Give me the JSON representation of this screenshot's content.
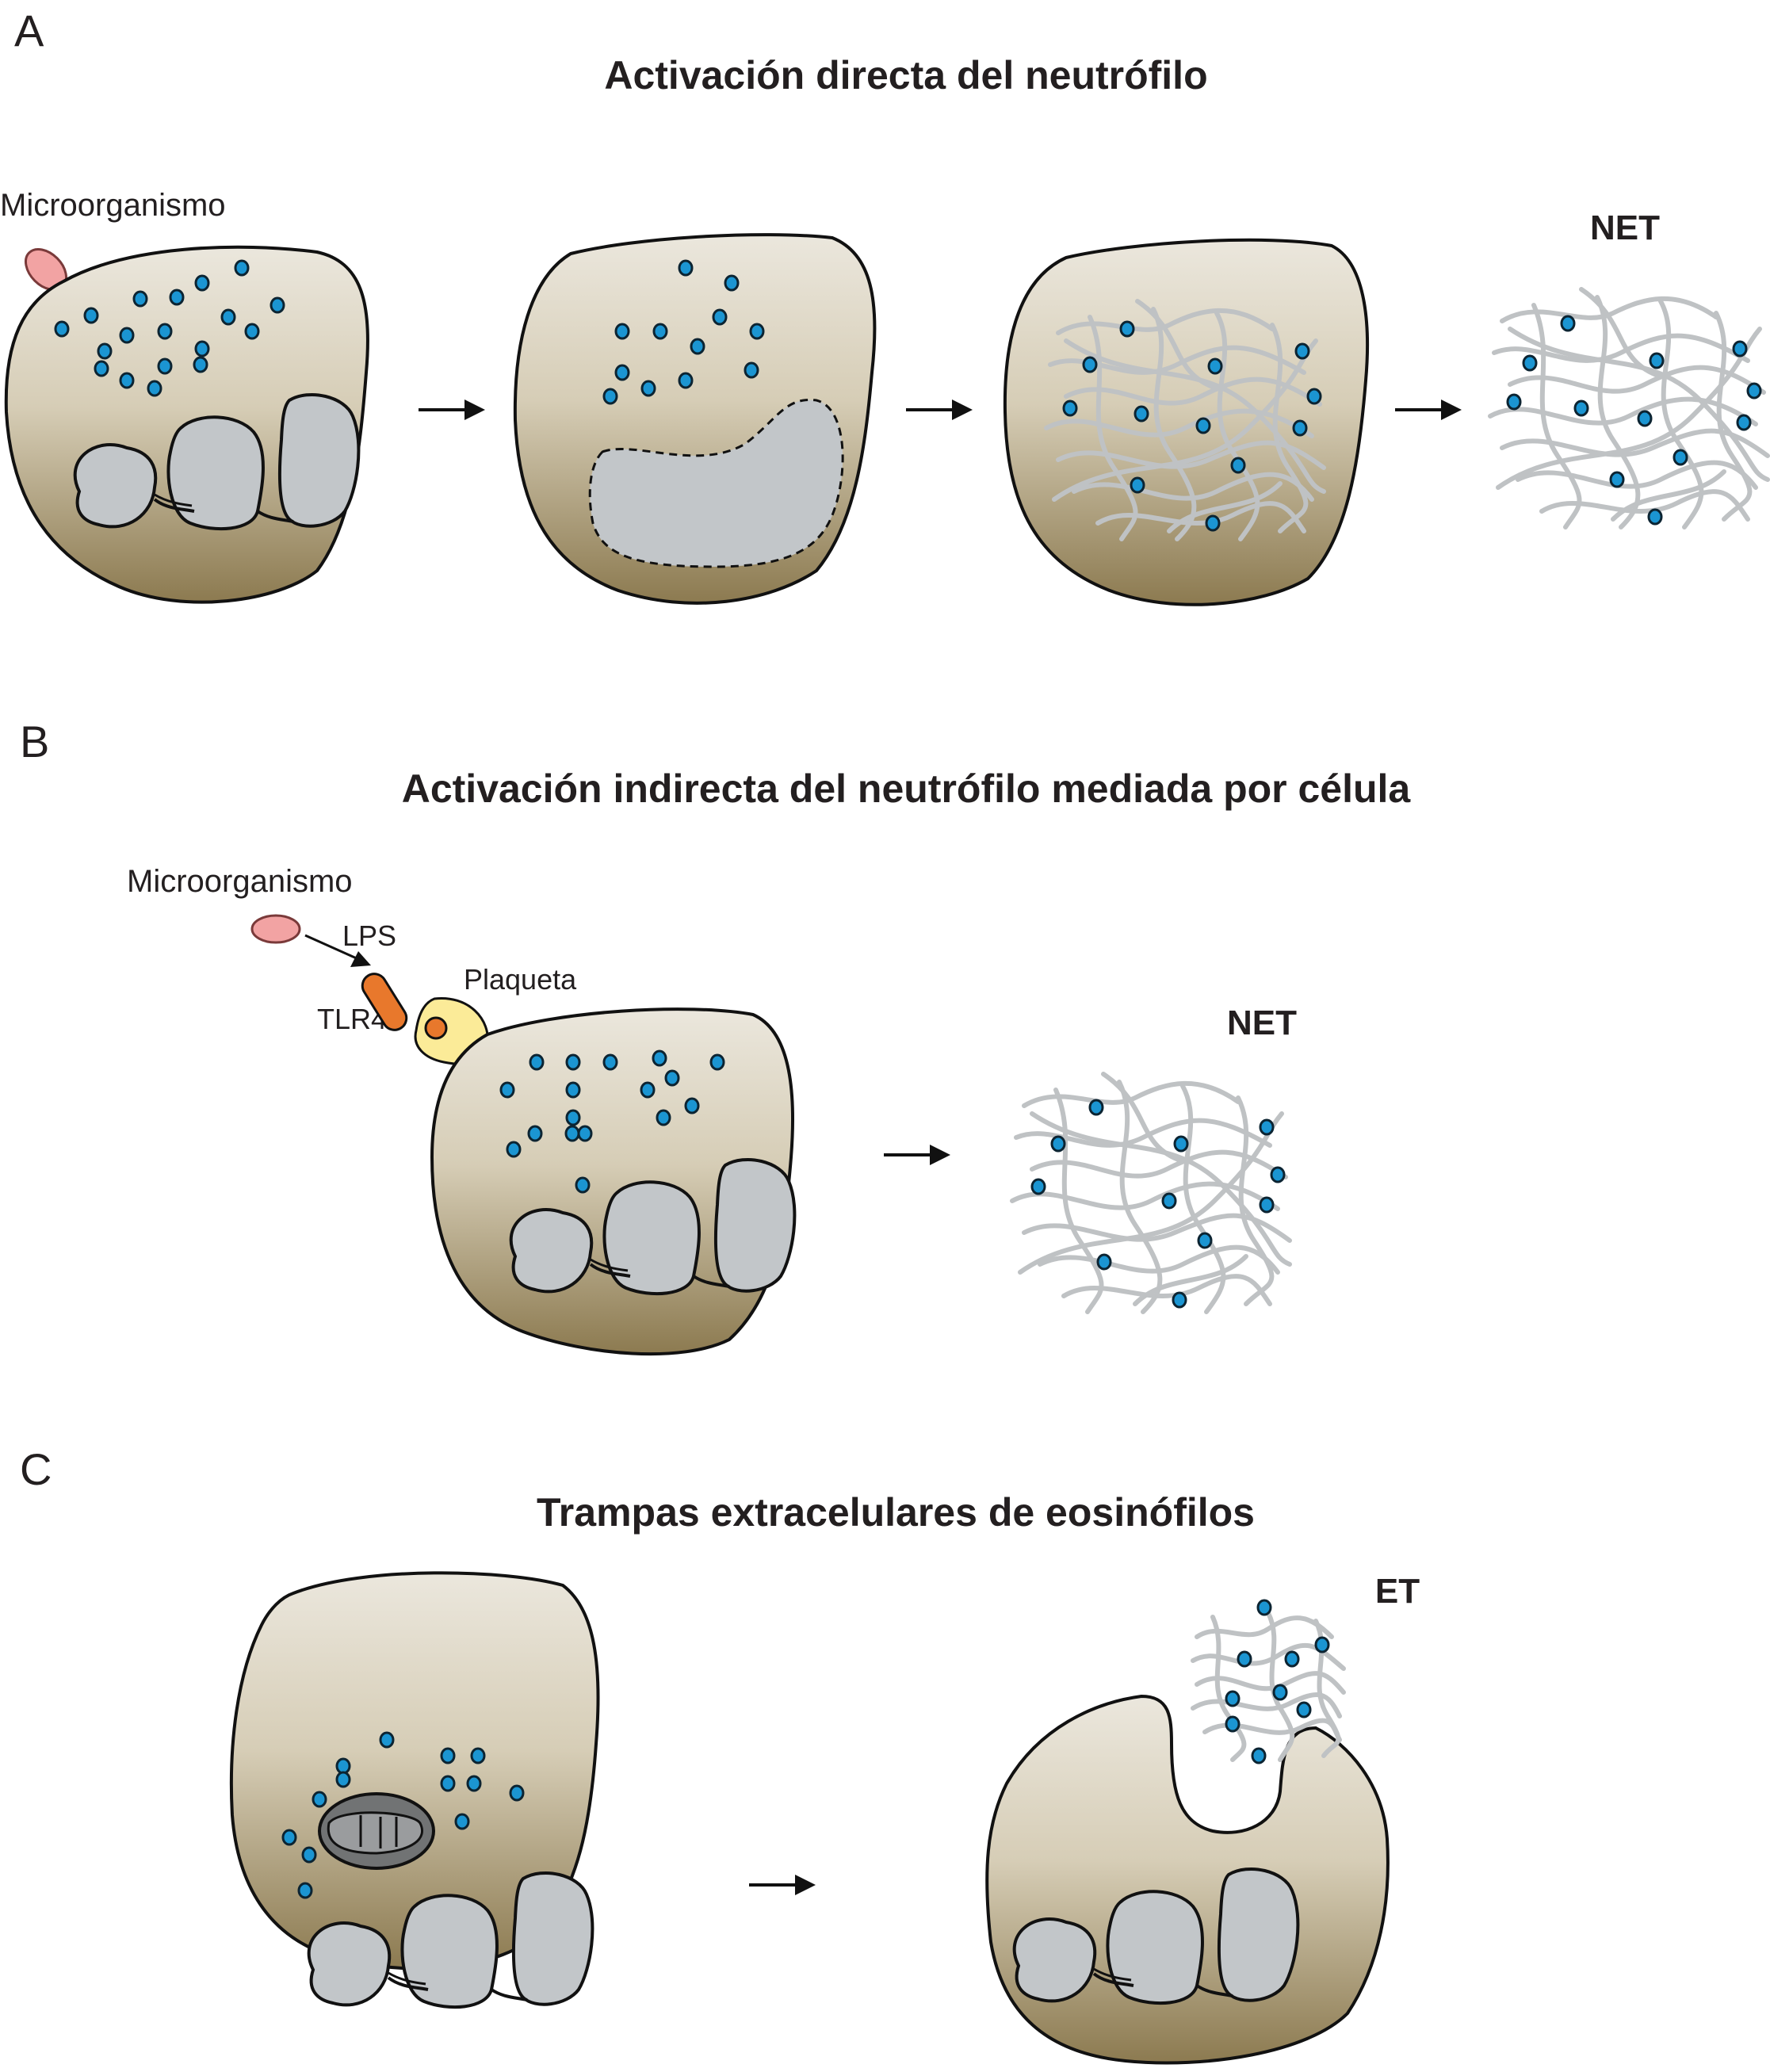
{
  "panels": {
    "a": {
      "letter": "A",
      "title": "Activación directa del neutrófilo",
      "microorganism_label": "Microorganismo",
      "net_label": "NET"
    },
    "b": {
      "letter": "B",
      "title": "Activación indirecta del neutrófilo mediada por célula",
      "microorganism_label": "Microorganismo",
      "lps_label": "LPS",
      "platelet_label": "Plaqueta",
      "tlr4_label": "TLR4",
      "net_label": "NET"
    },
    "c": {
      "letter": "C",
      "title": "Trampas extracelulares de eosinófilos",
      "et_label": "ET"
    }
  },
  "colors": {
    "cell_top": "#ebe7dd",
    "cell_bottom": "#8c7a50",
    "granule": "#1b95d2",
    "nucleus": "#c2c6c9",
    "fiber": "#bfc2c4",
    "microorganism": "#f2a3a3",
    "platelet": "#fbeb98",
    "tlr4": "#e8782c"
  },
  "icons": {
    "arrow": "right-arrow-icon",
    "microorganism": "microorganism-icon",
    "granule": "granule-icon"
  }
}
